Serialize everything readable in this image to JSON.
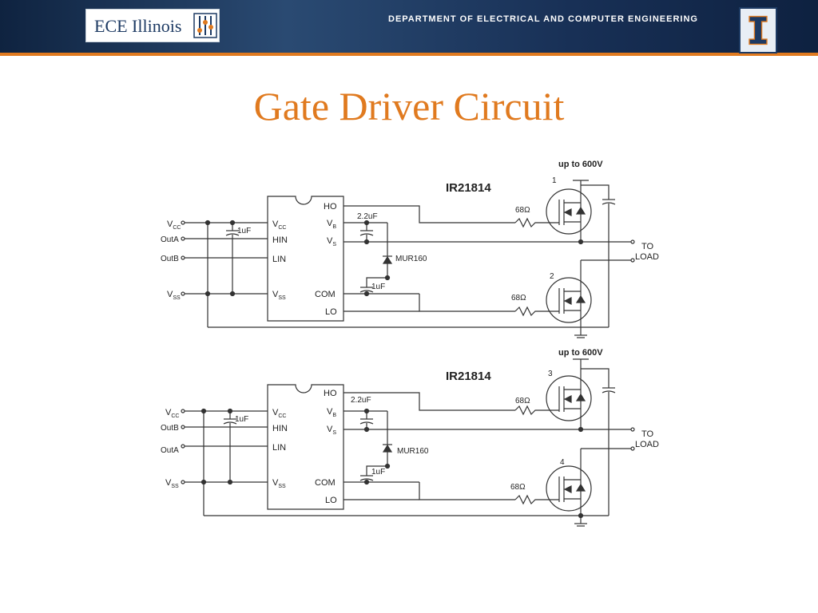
{
  "header": {
    "logo_text": "ECE Illinois",
    "department": "DEPARTMENT OF ELECTRICAL AND COMPUTER ENGINEERING",
    "colors": {
      "navy": "#1d3557",
      "orange": "#e07a1f"
    },
    "right_logo_icon": "illinois-block-i-icon"
  },
  "slide": {
    "title": "Gate Driver Circuit"
  },
  "circuits": [
    {
      "chip": "IR21814",
      "supply": "up to 600V",
      "load": [
        "TO",
        "LOAD"
      ],
      "inputs": {
        "vcc": "V",
        "vcc_sub": "CC",
        "in1": "OutA",
        "in2": "OutB",
        "vss": "V",
        "vss_sub": "SS"
      },
      "pins_left": {
        "vcc": "V",
        "vcc_sub": "CC",
        "hin": "HIN",
        "lin": "LIN",
        "vss": "V",
        "vss_sub": "SS"
      },
      "pins_right": {
        "ho": "HO",
        "vb": "V",
        "vb_sub": "B",
        "vs": "V",
        "vs_sub": "S",
        "com": "COM",
        "lo": "LO"
      },
      "cap_input": "1uF",
      "cap_boot": "2.2uF",
      "cap_low": "1uF",
      "diode": "MUR160",
      "res_high": "68Ω",
      "res_low": "68Ω",
      "mosfet_high": "1",
      "mosfet_low": "2"
    },
    {
      "chip": "IR21814",
      "supply": "up to 600V",
      "load": [
        "TO",
        "LOAD"
      ],
      "inputs": {
        "vcc": "V",
        "vcc_sub": "CC",
        "in1": "OutB",
        "in2": "OutA",
        "vss": "V",
        "vss_sub": "SS"
      },
      "pins_left": {
        "vcc": "V",
        "vcc_sub": "CC",
        "hin": "HIN",
        "lin": "LIN",
        "vss": "V",
        "vss_sub": "SS"
      },
      "pins_right": {
        "ho": "HO",
        "vb": "V",
        "vb_sub": "B",
        "vs": "V",
        "vs_sub": "S",
        "com": "COM",
        "lo": "LO"
      },
      "cap_input": "1uF",
      "cap_boot": "2.2uF",
      "cap_low": "1uF",
      "diode": "MUR160",
      "res_high": "68Ω",
      "res_low": "68Ω",
      "mosfet_high": "3",
      "mosfet_low": "4"
    }
  ]
}
